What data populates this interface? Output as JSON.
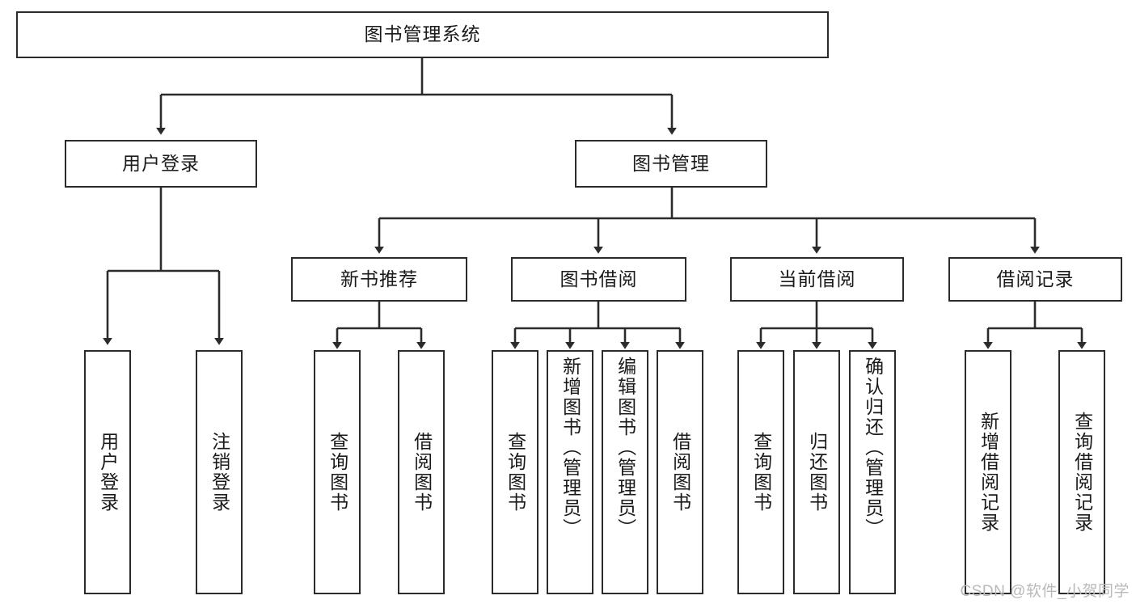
{
  "diagram": {
    "title": "图书管理系统",
    "type": "tree",
    "watermark": "CSDN @软件_小贺同学",
    "colors": {
      "border": "#2b2b2b",
      "fill": "#ffffff",
      "line": "#2b2b2b",
      "text": "#1a1a1a",
      "watermark": "#b9b9b9"
    }
  },
  "nodes": {
    "root": {
      "label": "图书管理系统"
    },
    "level2": [
      {
        "label": "用户登录"
      },
      {
        "label": "图书管理"
      }
    ],
    "level3": [
      {
        "label": "新书推荐"
      },
      {
        "label": "图书借阅"
      },
      {
        "label": "当前借阅"
      },
      {
        "label": "借阅记录"
      }
    ],
    "leaves": {
      "user_login": [
        {
          "label": "用户登录"
        },
        {
          "label": "注销登录"
        }
      ],
      "new_book": [
        {
          "label": "查询图书"
        },
        {
          "label": "借阅图书"
        }
      ],
      "book_borrow": [
        {
          "label": "查询图书"
        },
        {
          "label": "新增图书（管理员）"
        },
        {
          "label": "编辑图书（管理员）"
        },
        {
          "label": "借阅图书"
        }
      ],
      "current_borrow": [
        {
          "label": "查询图书"
        },
        {
          "label": "归还图书"
        },
        {
          "label": "确认归还（管理员）"
        }
      ],
      "borrow_record": [
        {
          "label": "新增借阅记录"
        },
        {
          "label": "查询借阅记录"
        }
      ]
    }
  }
}
